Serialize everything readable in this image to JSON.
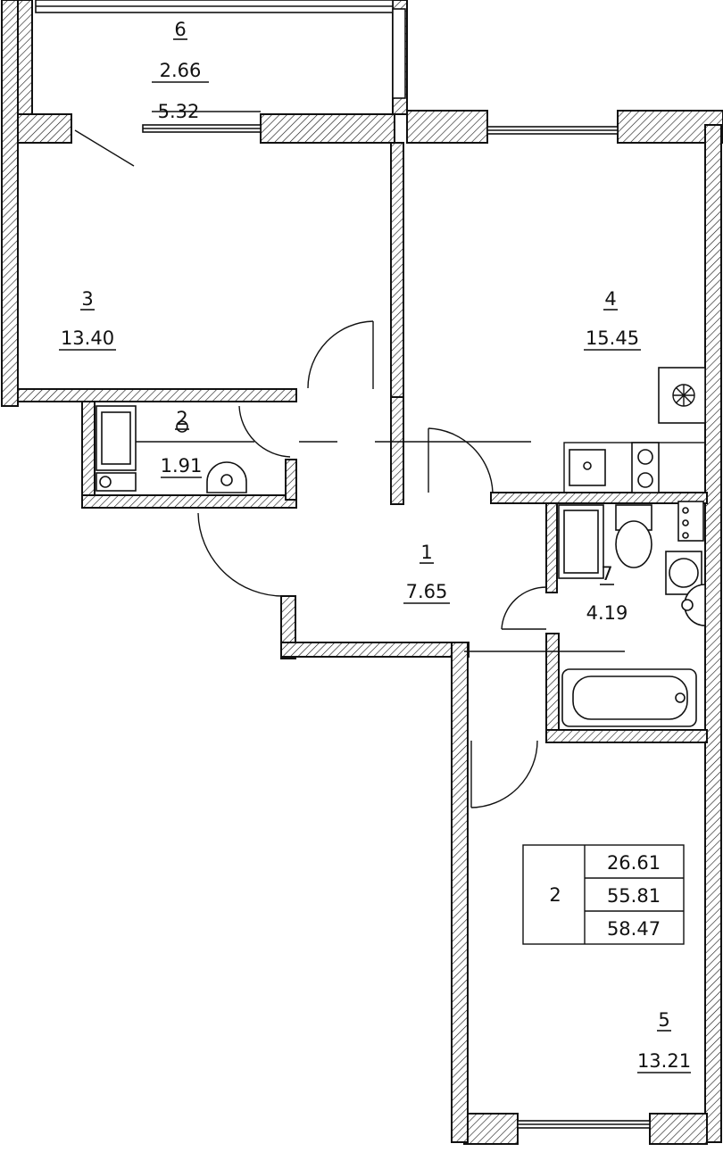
{
  "rooms": [
    {
      "number": "1",
      "area": "7.65"
    },
    {
      "number": "2",
      "area": "1.91"
    },
    {
      "number": "3",
      "area": "13.40"
    },
    {
      "number": "4",
      "area": "15.45"
    },
    {
      "number": "5",
      "area": "13.21"
    },
    {
      "number": "6",
      "area": "2.66"
    },
    {
      "number": "7",
      "area": "4.19"
    }
  ],
  "balcony_reduced_area": "5.32",
  "summary": {
    "rooms_count": "2",
    "living_area": "26.61",
    "total_area": "55.81",
    "total_area_with_balcony": "58.47"
  }
}
